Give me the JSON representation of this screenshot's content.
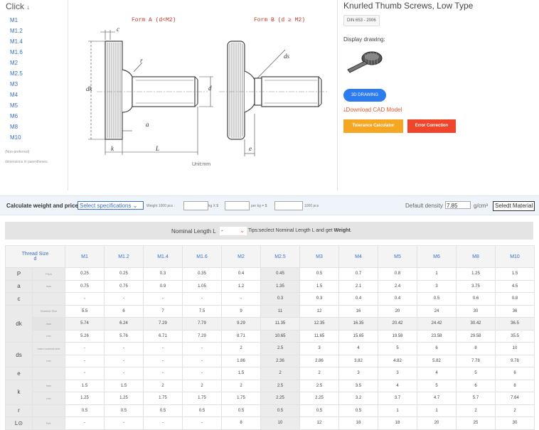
{
  "sidebar": {
    "click_label": "Click",
    "sizes": [
      "M1",
      "M1.2",
      "M1.4",
      "M1.6",
      "M2",
      "M2.5",
      "M3",
      "M4",
      "M5",
      "M6",
      "M8",
      "M10"
    ],
    "note1": "(Non-preferred)",
    "note2": "dimensions in parentheses."
  },
  "drawing": {
    "form_a": "Form A (d<M2)",
    "form_b": "Form B (d ≥ M2)",
    "unit": "Unit:mm",
    "labels": {
      "c": "c",
      "r": "r",
      "dk": "dk",
      "d": "d",
      "a": "a",
      "k": "k",
      "L": "L",
      "ds": "ds",
      "e": "e"
    }
  },
  "product": {
    "title": "Knurled Thumb Screws, Low Type",
    "standard": "DIN 653 - 2006",
    "display_label": "Display drawing:",
    "btn_3d": "3D DRAWING",
    "cad_link": "Download CAD Model",
    "btn_tolerance": "Tolerance Calculator",
    "btn_error": "Error Correction"
  },
  "calc": {
    "label": "Calculate weight and price.",
    "select": "Select specifications",
    "weight_label": "Weight 1000 pcs :",
    "kg_x": "kg X $",
    "per_kg": "per kg = $",
    "pcs": "1000 pcs",
    "density_label": "Default density",
    "density": "7.85",
    "density_unit": "g/cm³",
    "select_material": "Seledt Material"
  },
  "nominal": {
    "label": "Nominal Length L",
    "dash": "-",
    "tips": "Tips:seclect Nominal Length L and get ",
    "tips_bold": "Weight",
    "tips_end": "."
  },
  "table": {
    "thread_size": "Thread Size",
    "thread_d": "d",
    "columns": [
      "M1",
      "M1.2",
      "M1.4",
      "M1.6",
      "M2",
      "M2.5",
      "M3",
      "M4",
      "M5",
      "M6",
      "M8",
      "M10"
    ],
    "rows": [
      {
        "label": "P",
        "sub": "Pitch",
        "values": [
          "0.25",
          "0.25",
          "0.3",
          "0.35",
          "0.4",
          "0.45",
          "0.5",
          "0.7",
          "0.8",
          "1",
          "1.25",
          "1.5"
        ]
      },
      {
        "label": "a",
        "sub": "max",
        "values": [
          "0.75",
          "0.75",
          "0.9",
          "1.05",
          "1.2",
          "1.35",
          "1.5",
          "2.1",
          "2.4",
          "3",
          "3.75",
          "4.5"
        ]
      },
      {
        "label": "c",
        "sub": "",
        "values": [
          "-",
          "-",
          "-",
          "-",
          "-",
          "0.3",
          "0.3",
          "0.4",
          "0.4",
          "0.5",
          "0.6",
          "0.8"
        ]
      },
      {
        "label": "dk",
        "sub": "Nominal Size",
        "values": [
          "5.5",
          "6",
          "7",
          "7.5",
          "9",
          "11",
          "12",
          "16",
          "20",
          "24",
          "30",
          "36"
        ]
      },
      {
        "label": "",
        "sub": "max",
        "values": [
          "5.74",
          "6.24",
          "7.29",
          "7.79",
          "9.29",
          "11.35",
          "12.35",
          "16.35",
          "20.42",
          "24.42",
          "30.42",
          "36.5"
        ]
      },
      {
        "label": "",
        "sub": "min",
        "values": [
          "5.26",
          "5.76",
          "6.71",
          "7.29",
          "8.71",
          "10.65",
          "11.65",
          "15.65",
          "19.58",
          "23.58",
          "29.58",
          "35.5"
        ]
      },
      {
        "label": "ds",
        "sub": "max=nominal size",
        "values": [
          "-",
          "-",
          "-",
          "-",
          "2",
          "2.5",
          "3",
          "4",
          "5",
          "6",
          "8",
          "10"
        ]
      },
      {
        "label": "",
        "sub": "min",
        "values": [
          "-",
          "-",
          "-",
          "-",
          "1.86",
          "2.36",
          "2.86",
          "3.82",
          "4.82",
          "5.82",
          "7.78",
          "9.78"
        ]
      },
      {
        "label": "e",
        "sub": "",
        "values": [
          "-",
          "-",
          "-",
          "-",
          "1.5",
          "2",
          "2",
          "3",
          "3",
          "4",
          "5",
          "6"
        ]
      },
      {
        "label": "k",
        "sub": "max",
        "values": [
          "1.5",
          "1.5",
          "2",
          "2",
          "2",
          "2.5",
          "2.5",
          "3.5",
          "4",
          "5",
          "6",
          "8"
        ]
      },
      {
        "label": "",
        "sub": "min",
        "values": [
          "1.25",
          "1.25",
          "1.75",
          "1.75",
          "1.75",
          "2.25",
          "2.25",
          "3.2",
          "3.7",
          "4.7",
          "5.7",
          "7.64"
        ]
      },
      {
        "label": "r",
        "sub": "",
        "values": [
          "0.5",
          "0.5",
          "0.5",
          "0.5",
          "0.5",
          "0.5",
          "0.5",
          "0.5",
          "1",
          "1",
          "2",
          "2"
        ]
      },
      {
        "label": "L⊙",
        "sub": "Ref.",
        "values": [
          "-",
          "-",
          "-",
          "-",
          "8",
          "10",
          "12",
          "18",
          "18",
          "20",
          "25",
          "30"
        ]
      }
    ]
  }
}
